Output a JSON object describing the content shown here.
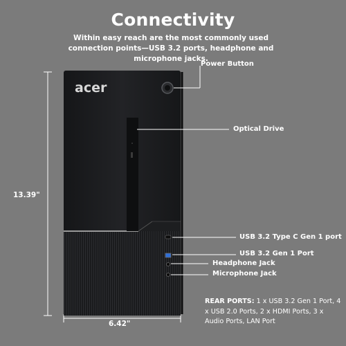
{
  "header": {
    "title": "Connectivity",
    "subtitle": "Within easy reach are the most commonly used connection points—USB 3.2 ports, headphone and microphone jacks."
  },
  "dimensions": {
    "height_label": "13.39\"",
    "width_label": "6.42\""
  },
  "device": {
    "brand": "acer"
  },
  "callouts": {
    "power_button": "Power Button",
    "optical_drive": "Optical Drive",
    "usb_type_c": "USB 3.2 Type C Gen 1 port",
    "usb_gen1": "USB 3.2 Gen 1 Port",
    "headphone": "Headphone Jack",
    "microphone": "Microphone Jack"
  },
  "rear_ports": {
    "label": "REAR PORTS:",
    "text": " 1 x USB 3.2 Gen 1 Port, 4 x USB 2.0 Ports, 2 x HDMI Ports, 3 x Audio Ports, LAN Port"
  },
  "colors": {
    "background": "#7b7b7b",
    "tower": "#1b1c1e",
    "usb_blue": "#2f6fd6"
  }
}
